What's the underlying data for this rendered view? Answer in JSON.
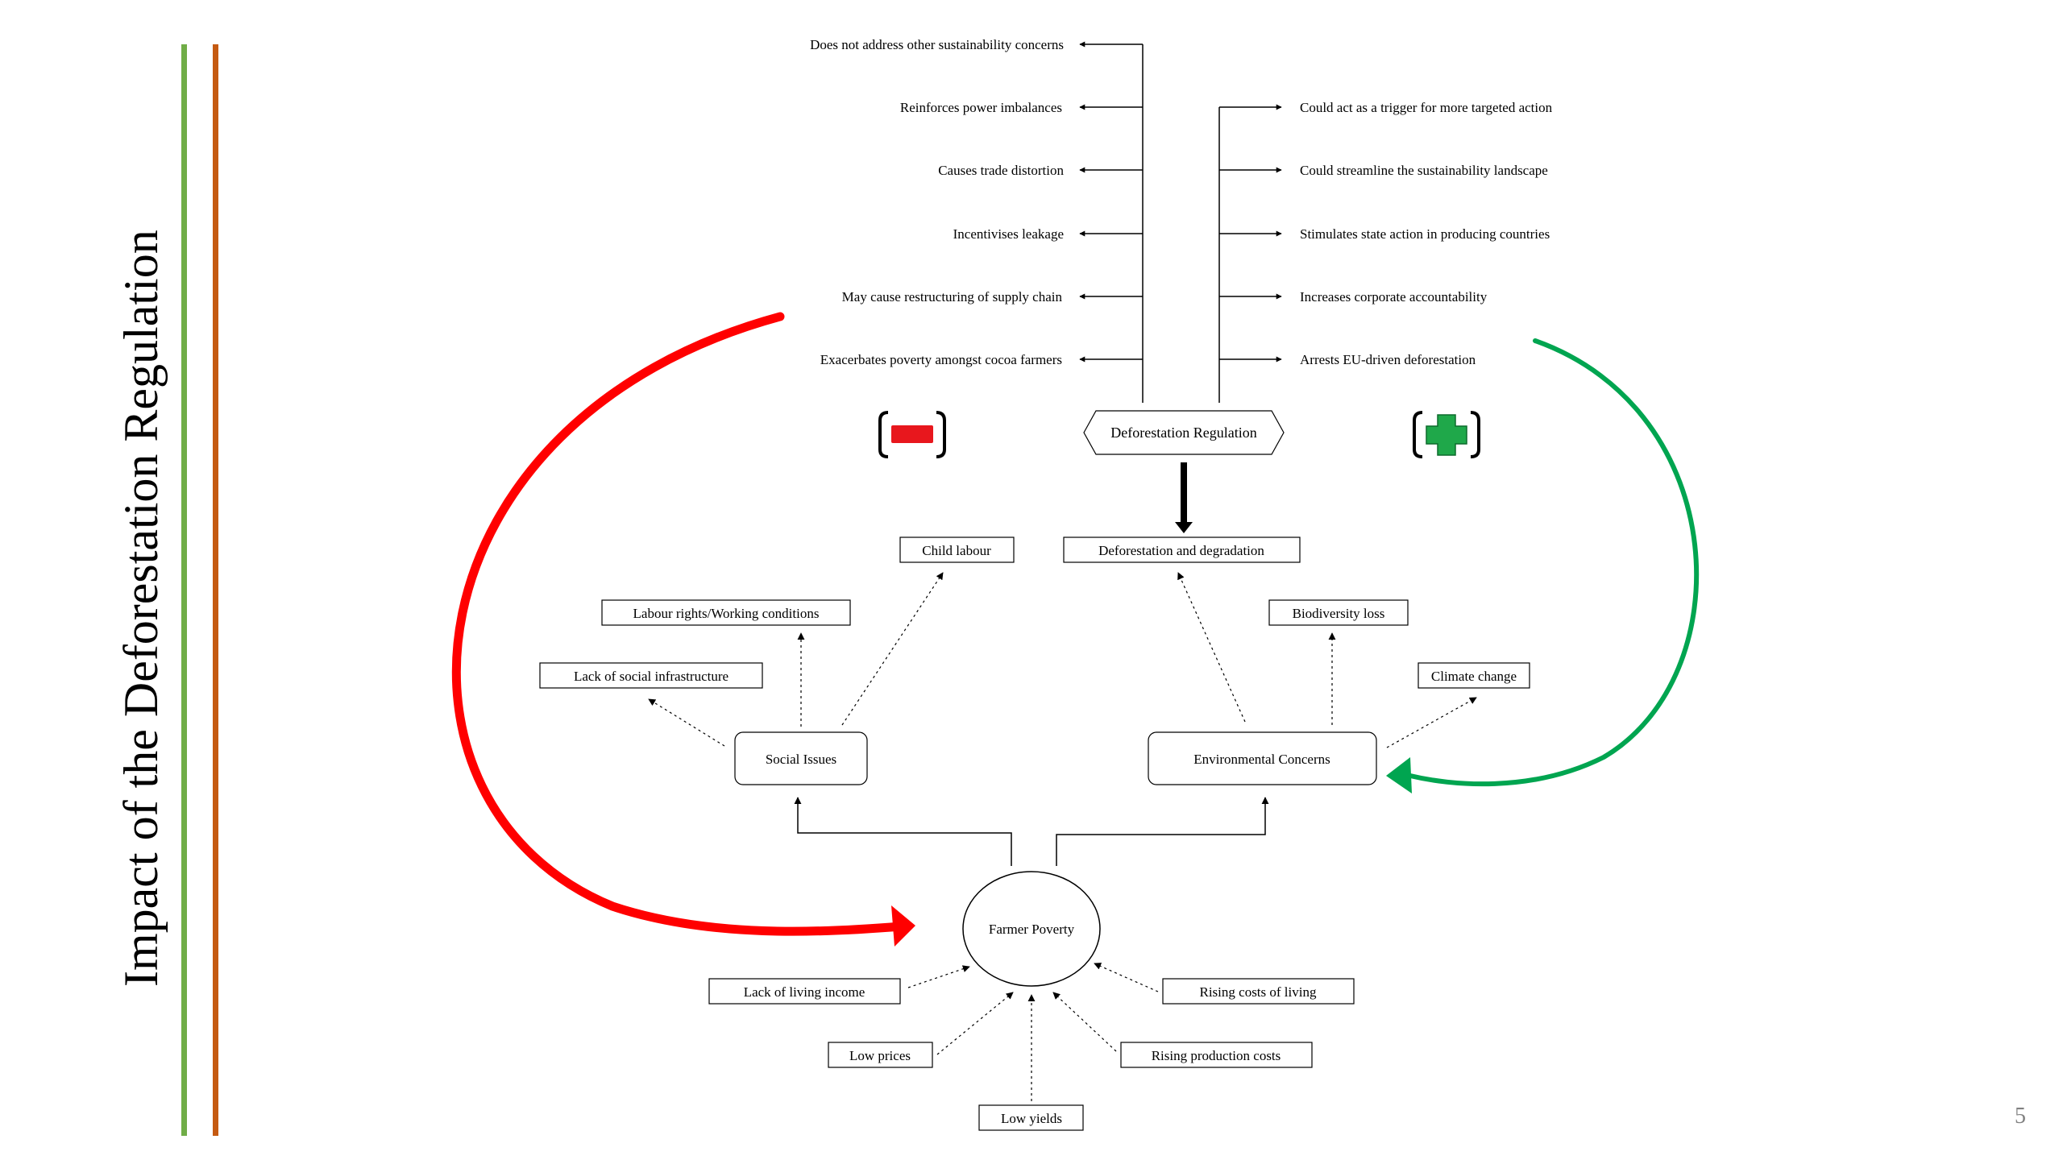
{
  "slide": {
    "title": "Impact of the Deforestation Regulation",
    "page_number": "5",
    "colors": {
      "accent_green": "#70ad47",
      "accent_orange": "#c55a11",
      "negative_arrow": "#ff0000",
      "positive_arrow": "#00a550"
    }
  },
  "regulation": {
    "label": "Deforestation Regulation"
  },
  "negative_effects": [
    "Does not address other sustainability concerns",
    "Reinforces power imbalances",
    "Causes trade distortion",
    "Incentivises leakage",
    "May cause restructuring of supply chain",
    "Exacerbates poverty amongst cocoa farmers"
  ],
  "positive_effects": [
    "Could act as a trigger for more targeted action",
    "Could streamline the sustainability landscape",
    "Stimulates state action in producing countries",
    "Increases corporate accountability",
    "Arrests EU-driven deforestation"
  ],
  "icons": {
    "negative": "minus-icon",
    "positive": "plus-icon"
  },
  "nodes": {
    "deforestation": "Deforestation and degradation",
    "child_labour": "Child labour",
    "labour_rights": "Labour rights/Working conditions",
    "social_infrastructure": "Lack of social infrastructure",
    "social_issues": "Social Issues",
    "biodiversity": "Biodiversity loss",
    "climate": "Climate change",
    "environmental": "Environmental Concerns",
    "poverty": "Farmer Poverty",
    "living_income": "Lack of living income",
    "rising_costs": "Rising costs of living",
    "low_prices": "Low prices",
    "production_costs": "Rising production costs",
    "low_yields": "Low yields"
  }
}
